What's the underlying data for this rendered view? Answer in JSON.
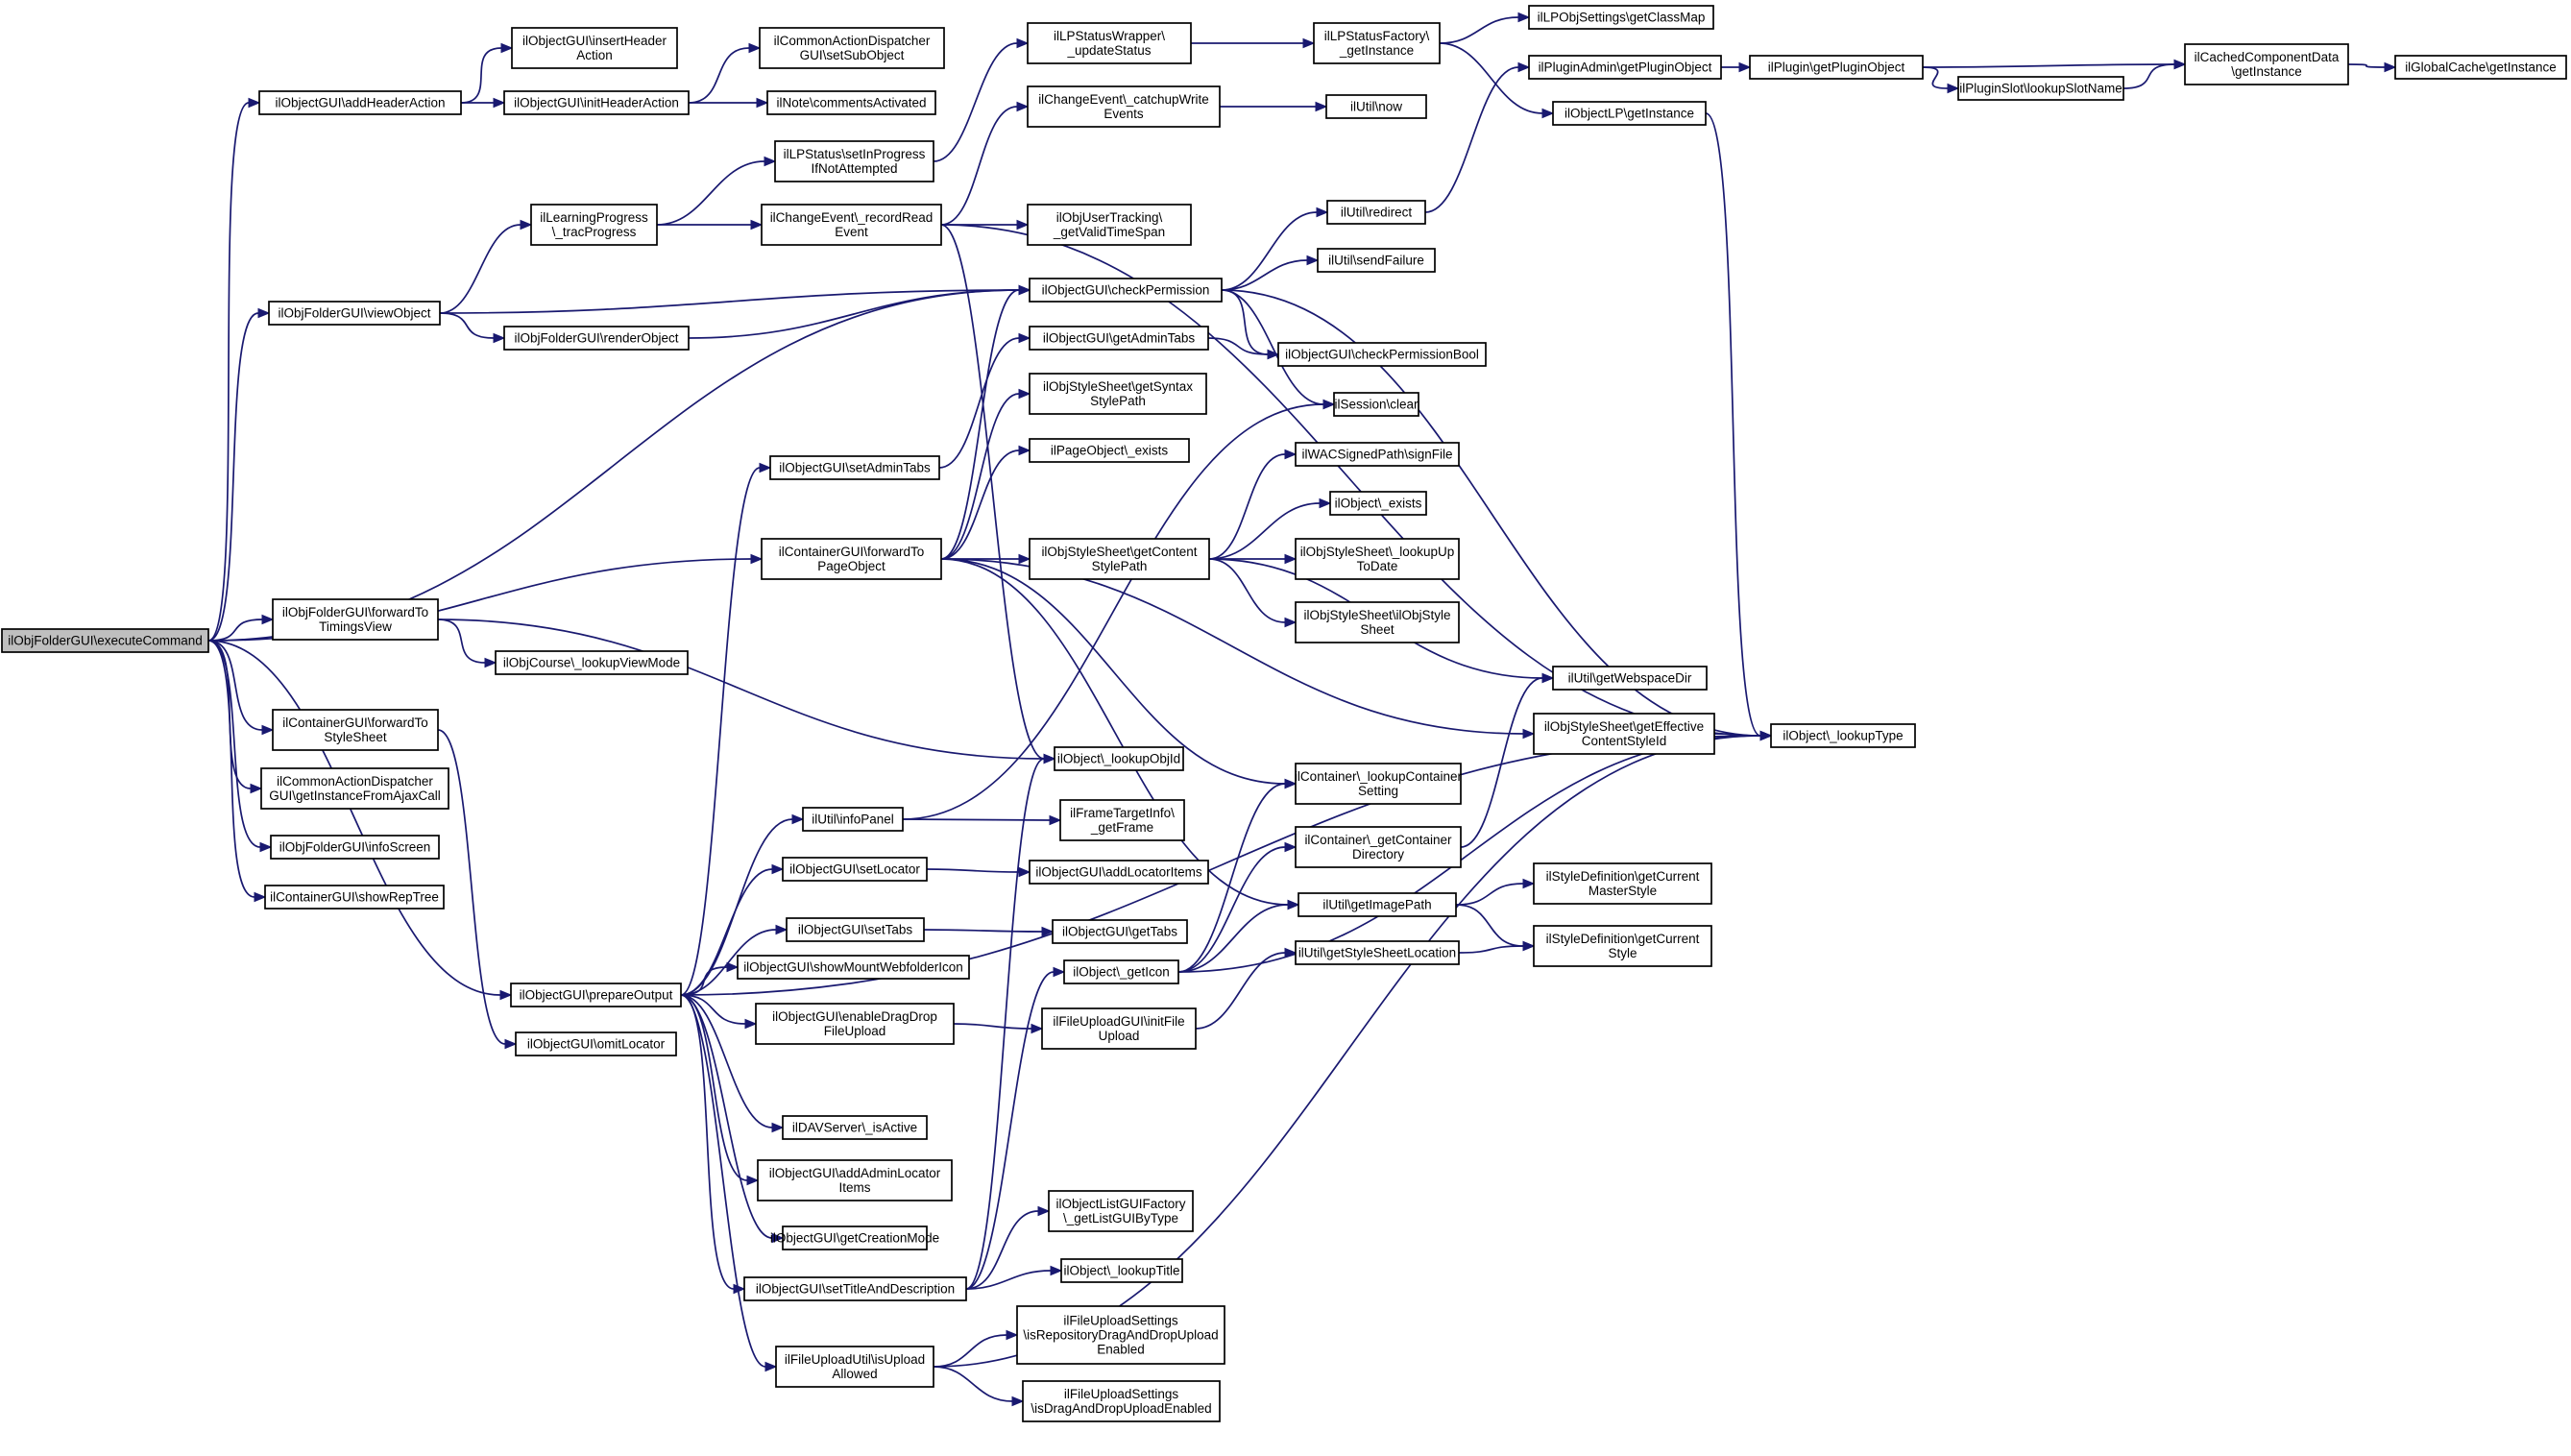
{
  "nodes": [
    {
      "id": "n0",
      "lines": [
        "ilObjFolderGUI\\executeCommand"
      ],
      "root": true
    },
    {
      "id": "n1",
      "lines": [
        "ilObjectGUI\\addHeaderAction"
      ]
    },
    {
      "id": "n2",
      "lines": [
        "ilObjectGUI\\insertHeader",
        "Action"
      ]
    },
    {
      "id": "n3",
      "lines": [
        "ilObjectGUI\\initHeaderAction"
      ]
    },
    {
      "id": "n4",
      "lines": [
        "ilCommonActionDispatcher",
        "GUI\\setSubObject"
      ]
    },
    {
      "id": "n5",
      "lines": [
        "ilNote\\commentsActivated"
      ]
    },
    {
      "id": "n6",
      "lines": [
        "ilLPStatusWrapper\\",
        "_updateStatus"
      ]
    },
    {
      "id": "n7",
      "lines": [
        "ilLPStatusFactory\\",
        "_getInstance"
      ]
    },
    {
      "id": "n8",
      "lines": [
        "ilLPObjSettings\\getClassMap"
      ]
    },
    {
      "id": "n9",
      "lines": [
        "ilPluginAdmin\\getPluginObject"
      ]
    },
    {
      "id": "n10",
      "lines": [
        "ilPlugin\\getPluginObject"
      ]
    },
    {
      "id": "n11",
      "lines": [
        "ilCachedComponentData",
        "\\getInstance"
      ]
    },
    {
      "id": "n12",
      "lines": [
        "ilGlobalCache\\getInstance"
      ]
    },
    {
      "id": "n13",
      "lines": [
        "ilPluginSlot\\lookupSlotName"
      ]
    },
    {
      "id": "n14",
      "lines": [
        "ilObjectLP\\getInstance"
      ]
    },
    {
      "id": "n15",
      "lines": [
        "ilChangeEvent\\_catchupWrite",
        "Events"
      ]
    },
    {
      "id": "n16",
      "lines": [
        "ilUtil\\now"
      ]
    },
    {
      "id": "n17",
      "lines": [
        "ilLPStatus\\setInProgress",
        "IfNotAttempted"
      ]
    },
    {
      "id": "n18",
      "lines": [
        "ilLearningProgress",
        "\\_tracProgress"
      ]
    },
    {
      "id": "n19",
      "lines": [
        "ilChangeEvent\\_recordRead",
        "Event"
      ]
    },
    {
      "id": "n20",
      "lines": [
        "ilObjUserTracking\\",
        "_getValidTimeSpan"
      ]
    },
    {
      "id": "n21",
      "lines": [
        "ilUtil\\redirect"
      ]
    },
    {
      "id": "n22",
      "lines": [
        "ilUtil\\sendFailure"
      ]
    },
    {
      "id": "n23",
      "lines": [
        "ilObjFolderGUI\\viewObject"
      ]
    },
    {
      "id": "n24",
      "lines": [
        "ilObjectGUI\\checkPermission"
      ]
    },
    {
      "id": "n25",
      "lines": [
        "ilObjFolderGUI\\renderObject"
      ]
    },
    {
      "id": "n26",
      "lines": [
        "ilObjectGUI\\getAdminTabs"
      ]
    },
    {
      "id": "n27",
      "lines": [
        "ilObjectGUI\\checkPermissionBool"
      ]
    },
    {
      "id": "n28",
      "lines": [
        "ilObjStyleSheet\\getSyntax",
        "StylePath"
      ]
    },
    {
      "id": "n29",
      "lines": [
        "ilSession\\clear"
      ]
    },
    {
      "id": "n30",
      "lines": [
        "ilPageObject\\_exists"
      ]
    },
    {
      "id": "n31",
      "lines": [
        "ilObjectGUI\\setAdminTabs"
      ]
    },
    {
      "id": "n32",
      "lines": [
        "ilWACSignedPath\\signFile"
      ]
    },
    {
      "id": "n33",
      "lines": [
        "ilObject\\_exists"
      ]
    },
    {
      "id": "n34",
      "lines": [
        "ilContainerGUI\\forwardTo",
        "PageObject"
      ]
    },
    {
      "id": "n35",
      "lines": [
        "ilObjStyleSheet\\getContent",
        "StylePath"
      ]
    },
    {
      "id": "n36",
      "lines": [
        "ilObjStyleSheet\\_lookupUp",
        "ToDate"
      ]
    },
    {
      "id": "n37",
      "lines": [
        "ilObjStyleSheet\\ilObjStyle",
        "Sheet"
      ]
    },
    {
      "id": "n38",
      "lines": [
        "ilObjFolderGUI\\forwardTo",
        "TimingsView"
      ]
    },
    {
      "id": "n39",
      "lines": [
        "ilObjCourse\\_lookupViewMode"
      ]
    },
    {
      "id": "n40",
      "lines": [
        "ilUtil\\getWebspaceDir"
      ]
    },
    {
      "id": "n41",
      "lines": [
        "ilObjStyleSheet\\getEffective",
        "ContentStyleId"
      ]
    },
    {
      "id": "n42",
      "lines": [
        "ilObject\\_lookupType"
      ]
    },
    {
      "id": "n43",
      "lines": [
        "ilContainerGUI\\forwardTo",
        "StyleSheet"
      ]
    },
    {
      "id": "n44",
      "lines": [
        "ilObject\\_lookupObjId"
      ]
    },
    {
      "id": "n45",
      "lines": [
        "ilContainer\\_lookupContainer",
        "Setting"
      ]
    },
    {
      "id": "n46",
      "lines": [
        "ilCommonActionDispatcher",
        "GUI\\getInstanceFromAjaxCall"
      ]
    },
    {
      "id": "n47",
      "lines": [
        "ilUtil\\infoPanel"
      ]
    },
    {
      "id": "n48",
      "lines": [
        "ilFrameTargetInfo\\",
        "_getFrame"
      ]
    },
    {
      "id": "n49",
      "lines": [
        "ilObjFolderGUI\\infoScreen"
      ]
    },
    {
      "id": "n50",
      "lines": [
        "ilContainer\\_getContainer",
        "Directory"
      ]
    },
    {
      "id": "n51",
      "lines": [
        "ilObjectGUI\\setLocator"
      ]
    },
    {
      "id": "n52",
      "lines": [
        "ilObjectGUI\\addLocatorItems"
      ]
    },
    {
      "id": "n53",
      "lines": [
        "ilContainerGUI\\showRepTree"
      ]
    },
    {
      "id": "n54",
      "lines": [
        "ilStyleDefinition\\getCurrent",
        "MasterStyle"
      ]
    },
    {
      "id": "n55",
      "lines": [
        "ilUtil\\getImagePath"
      ]
    },
    {
      "id": "n56",
      "lines": [
        "ilObjectGUI\\setTabs"
      ]
    },
    {
      "id": "n57",
      "lines": [
        "ilObjectGUI\\getTabs"
      ]
    },
    {
      "id": "n58",
      "lines": [
        "ilStyleDefinition\\getCurrent",
        "Style"
      ]
    },
    {
      "id": "n59",
      "lines": [
        "ilUtil\\getStyleSheetLocation"
      ]
    },
    {
      "id": "n60",
      "lines": [
        "ilObjectGUI\\showMountWebfolderIcon"
      ]
    },
    {
      "id": "n61",
      "lines": [
        "ilObject\\_getIcon"
      ]
    },
    {
      "id": "n62",
      "lines": [
        "ilObjectGUI\\prepareOutput"
      ]
    },
    {
      "id": "n63",
      "lines": [
        "ilObjectGUI\\enableDragDrop",
        "FileUpload"
      ]
    },
    {
      "id": "n64",
      "lines": [
        "ilFileUploadGUI\\initFile",
        "Upload"
      ]
    },
    {
      "id": "n65",
      "lines": [
        "ilObjectGUI\\omitLocator"
      ]
    },
    {
      "id": "n66",
      "lines": [
        "ilDAVServer\\_isActive"
      ]
    },
    {
      "id": "n67",
      "lines": [
        "ilObjectGUI\\addAdminLocator",
        "Items"
      ]
    },
    {
      "id": "n68",
      "lines": [
        "ilObjectGUI\\getCreationMode"
      ]
    },
    {
      "id": "n69",
      "lines": [
        "ilObjectListGUIFactory",
        "\\_getListGUIByType"
      ]
    },
    {
      "id": "n70",
      "lines": [
        "ilObjectGUI\\setTitleAndDescription"
      ]
    },
    {
      "id": "n71",
      "lines": [
        "ilObject\\_lookupTitle"
      ]
    },
    {
      "id": "n72",
      "lines": [
        "ilFileUploadSettings",
        "\\isRepositoryDragAndDropUpload",
        "Enabled"
      ]
    },
    {
      "id": "n73",
      "lines": [
        "ilFileUploadUtil\\isUpload",
        "Allowed"
      ]
    },
    {
      "id": "n74",
      "lines": [
        "ilFileUploadSettings",
        "\\isDragAndDropUploadEnabled"
      ]
    }
  ]
}
